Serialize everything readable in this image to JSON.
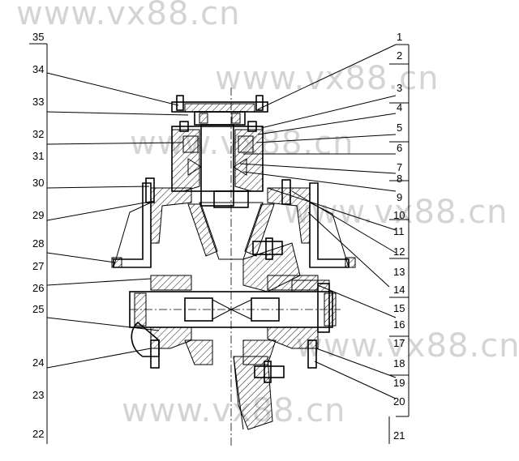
{
  "watermarks": [
    "www.vx88.cn",
    "www.vx88.cn",
    "www.vx88.cn",
    "www.vx88.cn",
    "www.vx88.cn",
    "www.vx88.cn"
  ],
  "right_labels": [
    "1",
    "2",
    "3",
    "4",
    "5",
    "6",
    "7",
    "8",
    "9",
    "10",
    "11",
    "12",
    "13",
    "14",
    "15",
    "16",
    "17",
    "18",
    "19",
    "20",
    "21"
  ],
  "left_labels": [
    "35",
    "34",
    "33",
    "32",
    "31",
    "30",
    "29",
    "28",
    "27",
    "26",
    "25",
    "24",
    "23",
    "22"
  ]
}
